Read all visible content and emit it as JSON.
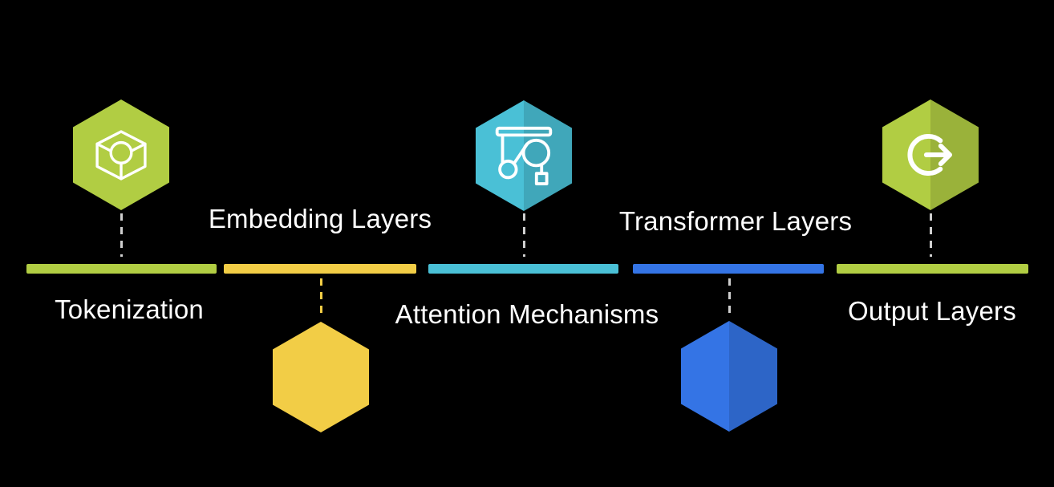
{
  "canvas": {
    "background": "#000000",
    "text_color": "#ffffff",
    "connector_gray": "#cfcfcf"
  },
  "diagram": {
    "type": "hexagon-timeline",
    "stages": [
      {
        "label": "Tokenization",
        "color": "#b1cd43",
        "connector_color": "#cfcfcf",
        "icon": "3d-cube-icon",
        "hexagon_position": "above-bar",
        "label_position": "below-bar"
      },
      {
        "label": "Embedding Layers",
        "color": "#f2cd46",
        "connector_color": "#f2cd46",
        "icon": null,
        "hexagon_position": "below-bar",
        "label_position": "above-bar"
      },
      {
        "label": "Attention Mechanisms",
        "color": "#4ac0d6",
        "connector_color": "#cfcfcf",
        "icon": "pulley-icon",
        "hexagon_position": "above-bar",
        "label_position": "below-bar"
      },
      {
        "label": "Transformer Layers",
        "color": "#3474e5",
        "connector_color": "#cfcfcf",
        "icon": null,
        "hexagon_position": "below-bar",
        "label_position": "above-bar"
      },
      {
        "label": "Output Layers",
        "color": "#b1cd43",
        "connector_color": "#cfcfcf",
        "icon": "exit-arrow-icon",
        "hexagon_position": "above-bar",
        "label_position": "below-bar"
      }
    ]
  }
}
